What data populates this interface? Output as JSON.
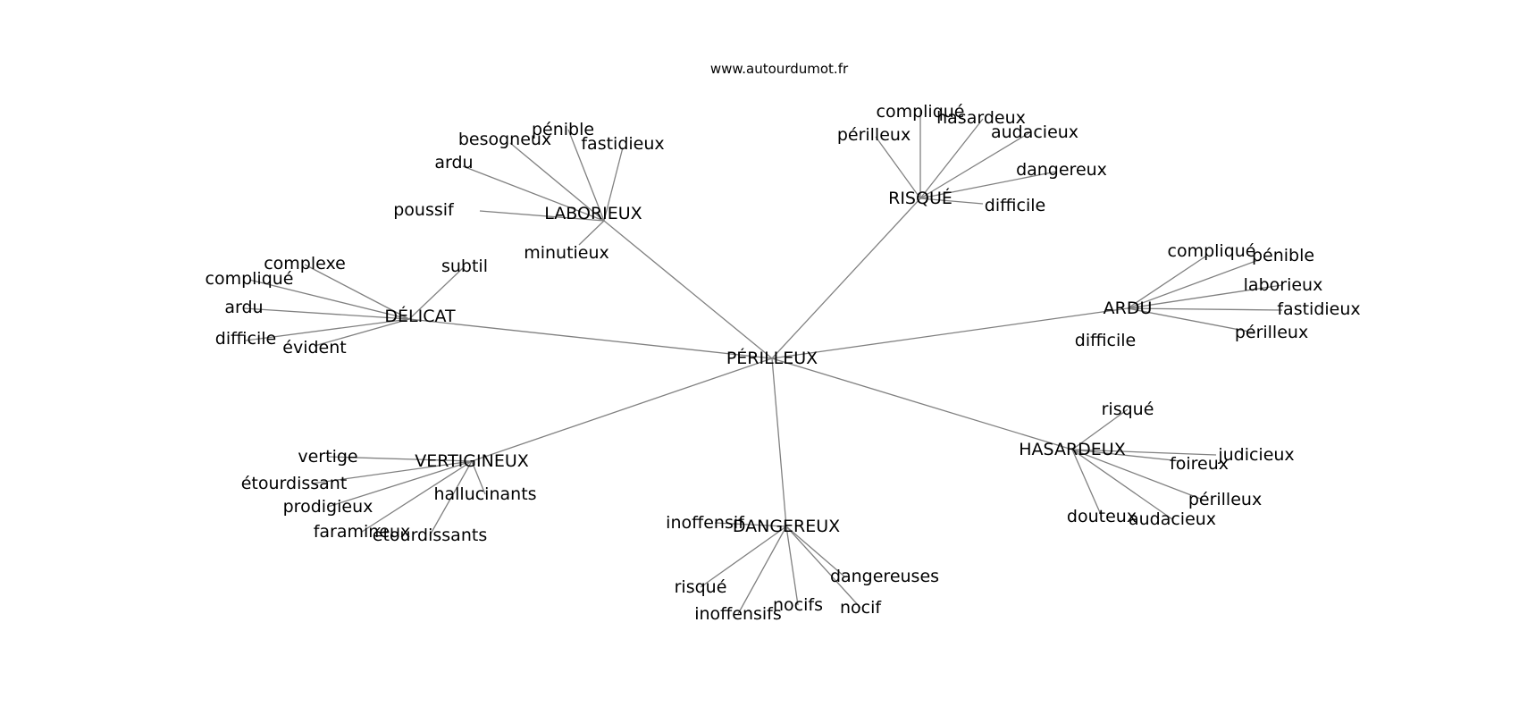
{
  "site": "www.autourdumot.fr",
  "center": "PÉRILLEUX",
  "groups": [
    {
      "name": "LABORIEUX",
      "neighbors": [
        "besogneux",
        "pénible",
        "fastidieux",
        "ardu",
        "poussif",
        "minutieux"
      ]
    },
    {
      "name": "RISQUÉ",
      "neighbors": [
        "compliqué",
        "hasardeux",
        "audacieux",
        "périlleux",
        "dangereux",
        "difficile"
      ]
    },
    {
      "name": "ARDU",
      "neighbors": [
        "compliqué",
        "pénible",
        "laborieux",
        "fastidieux",
        "périlleux",
        "difficile"
      ]
    },
    {
      "name": "DÉLICAT",
      "neighbors": [
        "complexe",
        "subtil",
        "compliqué",
        "ardu",
        "difficile",
        "évident"
      ]
    },
    {
      "name": "HASARDEUX",
      "neighbors": [
        "risqué",
        "judicieux",
        "foireux",
        "périlleux",
        "douteux",
        "audacieux"
      ]
    },
    {
      "name": "VERTIGINEUX",
      "neighbors": [
        "vertige",
        "étourdissant",
        "prodigieux",
        "faramineux",
        "étourdissants",
        "hallucinants"
      ]
    },
    {
      "name": "DANGEREUX",
      "neighbors": [
        "inoffensif",
        "risqué",
        "inoffensifs",
        "nocifs",
        "nocif",
        "dangereuses"
      ]
    }
  ]
}
